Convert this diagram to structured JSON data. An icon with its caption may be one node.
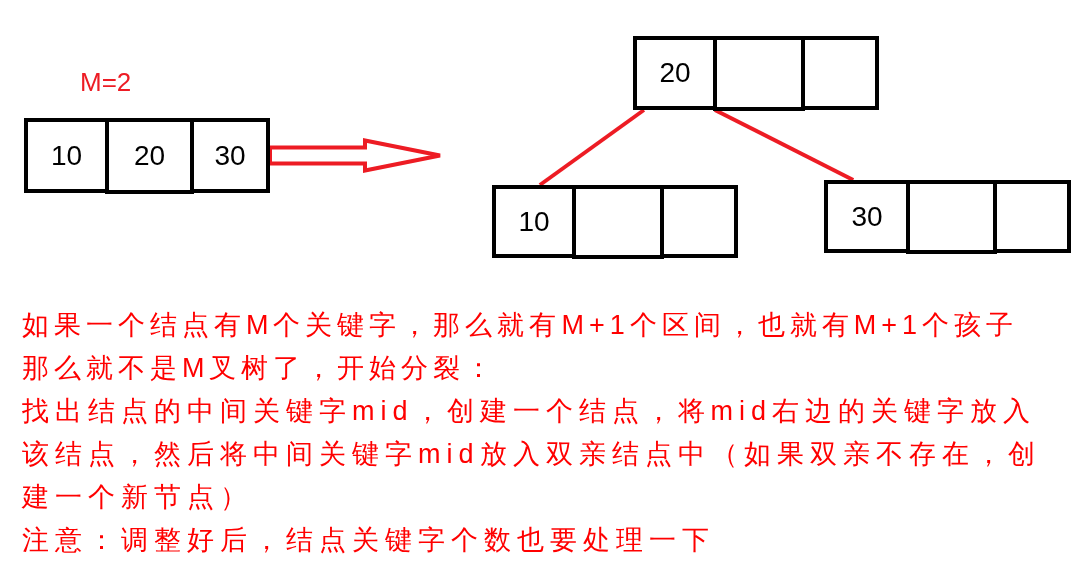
{
  "diagram": {
    "nodes": [
      {
        "text": [
          "10"
        ]
      },
      {
        "text": [
          "20"
        ]
      },
      {
        "text": [
          "30"
        ]
      },
      {
        "text": [
          "20"
        ]
      },
      {
        "text": [],
        "shape": "box"
      },
      {
        "text": [],
        "shape": "box"
      },
      {
        "text": [
          "10"
        ]
      },
      {
        "text": [],
        "shape": "box"
      },
      {
        "text": [],
        "shape": "box"
      },
      {
        "text": [
          "30"
        ]
      },
      {
        "text": [],
        "shape": "box"
      },
      {
        "text": [],
        "shape": "box"
      }
    ],
    "edges": [
      {
        "from": 2,
        "to": null,
        "arrow": "to",
        "style": "thick"
      },
      {
        "from": 3,
        "to": 6,
        "arrow": "none"
      },
      {
        "from": 3,
        "to": 9,
        "arrow": "none"
      }
    ],
    "labels": [
      "M=2",
      "如果一个结点有M个关键字，那么就有M+1个区间，也就有M+1个孩子",
      "那么就不是M叉树了，开始分裂：",
      "找出结点的中间关键字mid，创建一个结点，将mid右边的关键字放入该结点，然后将中间关键字mid放入双亲结点中（如果双亲不存在，创建一个新节点）",
      "注意：调整好后，结点关键字个数也要处理一下"
    ]
  }
}
